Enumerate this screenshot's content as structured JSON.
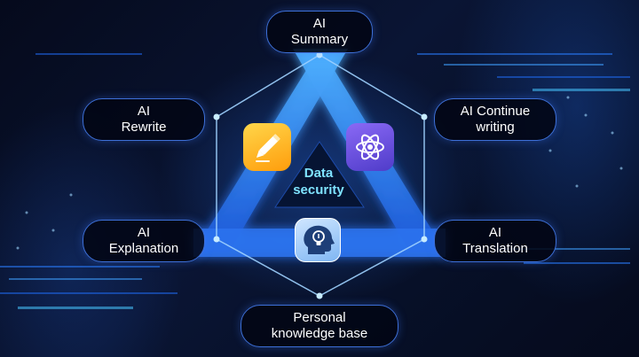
{
  "nodes": {
    "summary": {
      "line1": "AI",
      "line2": "Summary"
    },
    "rewrite": {
      "line1": "AI",
      "line2": "Rewrite"
    },
    "continue": {
      "line1": "AI Continue",
      "line2": "writing"
    },
    "explanation": {
      "line1": "AI",
      "line2": "Explanation"
    },
    "translation": {
      "line1": "AI",
      "line2": "Translation"
    },
    "knowledge": {
      "line1": "Personal",
      "line2": "knowledge base"
    }
  },
  "center": {
    "line1": "Data",
    "line2": "security"
  },
  "icons": {
    "left": "pencil-icon",
    "right": "atom-icon",
    "bottom": "head-lightbulb-icon"
  },
  "colors": {
    "accent": "#3d6fd6",
    "center_text": "#7fe3ff",
    "pencil_bg": "#ffb31a",
    "atom_bg": "#6b52e0",
    "head_bg": "#a9d0fb"
  }
}
